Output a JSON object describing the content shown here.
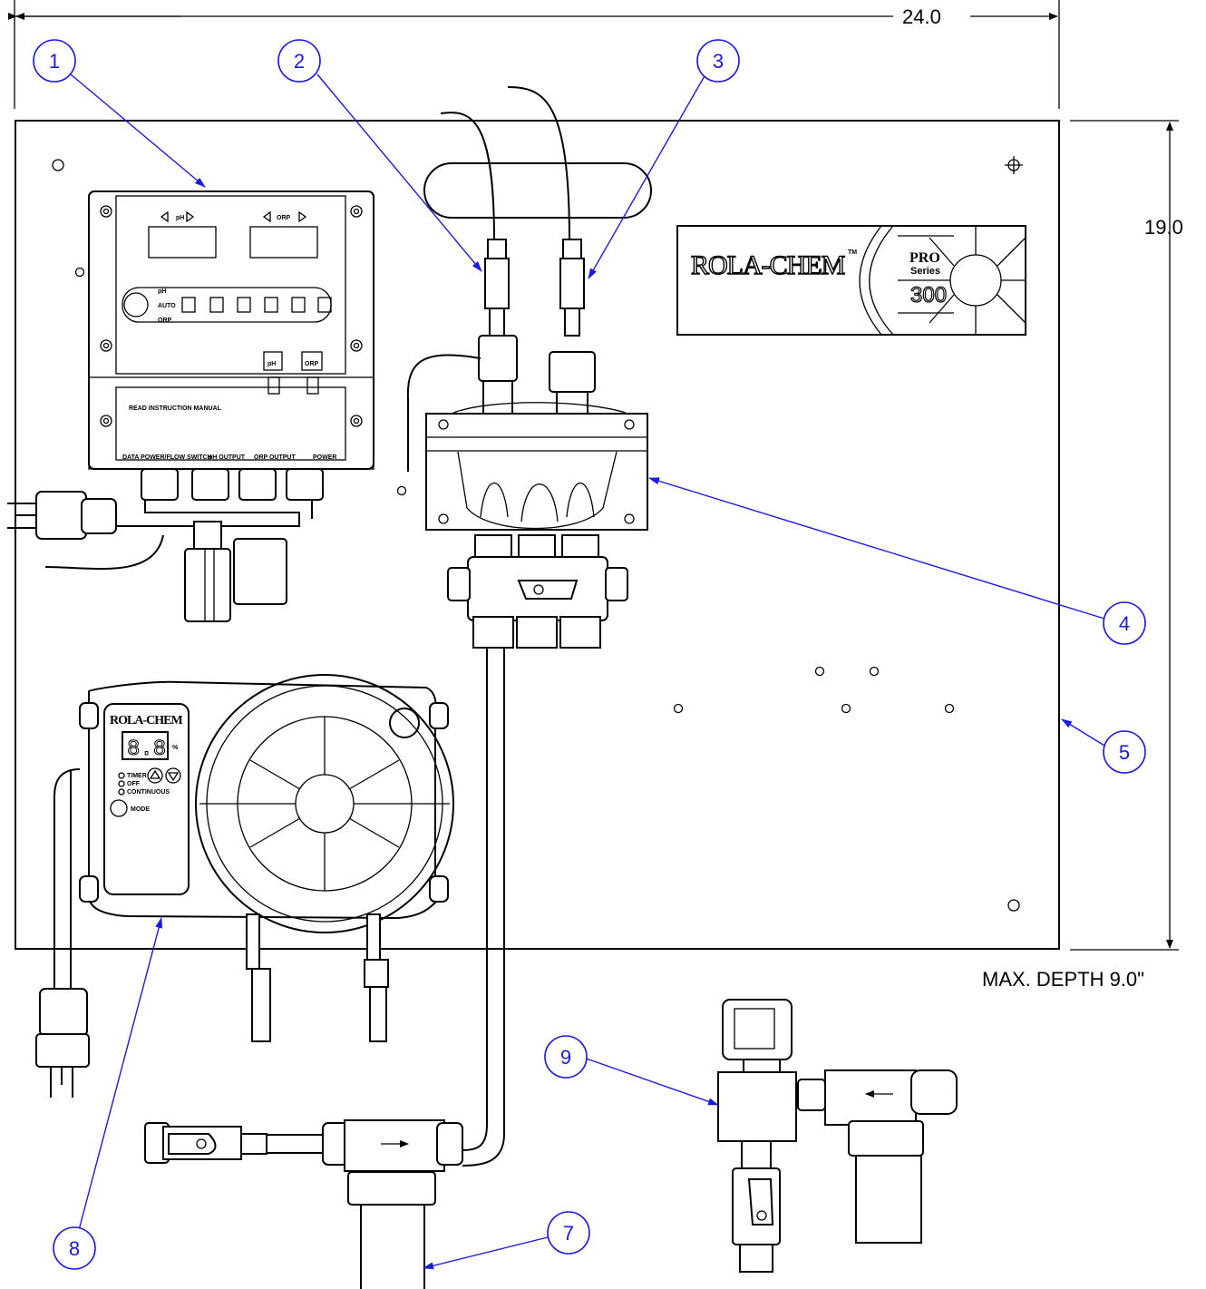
{
  "dimensions": {
    "width_label": "24.0",
    "height_label": "19.0",
    "depth_note": "MAX. DEPTH 9.0\""
  },
  "callouts": [
    "1",
    "2",
    "3",
    "4",
    "5",
    "7",
    "8",
    "9"
  ],
  "controller": {
    "ph_label": "pH",
    "orp_label": "ORP",
    "mode_ph": "pH",
    "mode_auto": "AUTO",
    "mode_orp": "ORP",
    "bottom_ph": "pH",
    "bottom_orp": "ORP",
    "manual_note": "READ INSTRUCTION MANUAL",
    "port_flow": "DATA POWER/FLOW SWITCH",
    "port_ph_output": "pH OUTPUT",
    "port_orp_output": "ORP OUTPUT",
    "port_power": "POWER"
  },
  "brand_plate": {
    "brand": "ROLA-CHEM",
    "tm": "TM",
    "line1": "PRO",
    "line2": "Series",
    "model": "300"
  },
  "pump": {
    "brand": "ROLA-CHEM",
    "display": "8.8",
    "unit": "%",
    "opt_timer": "TIMER",
    "opt_off": "OFF",
    "opt_continuous": "CONTINUOUS",
    "mode_btn": "MODE"
  }
}
